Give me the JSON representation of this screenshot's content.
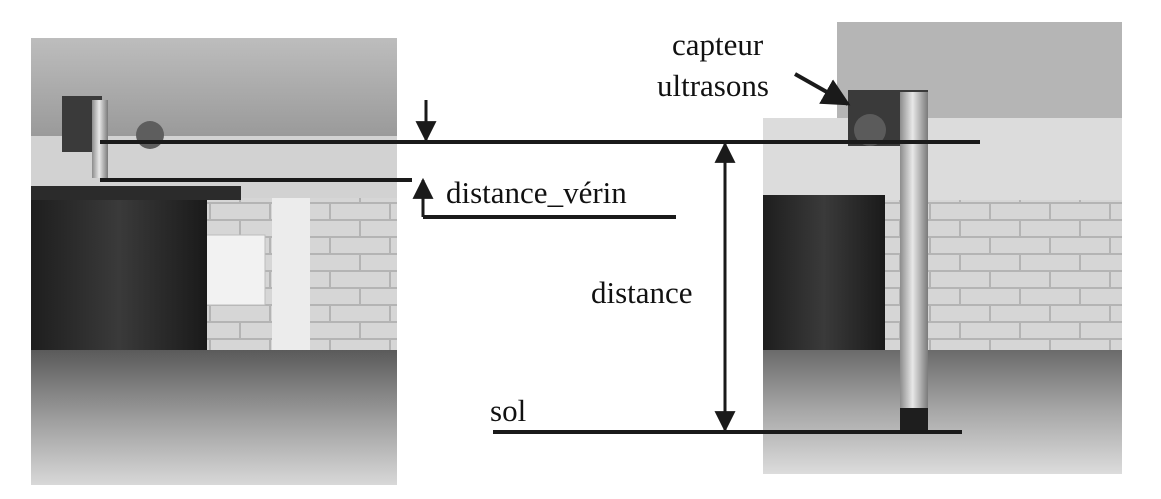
{
  "labels": {
    "sensor_line1": "capteur",
    "sensor_line2": "ultrasons",
    "distance_verin": "distance_vérin",
    "distance": "distance",
    "sol": "sol"
  },
  "colors": {
    "line": "#1a1a1a",
    "background": "#ffffff"
  }
}
